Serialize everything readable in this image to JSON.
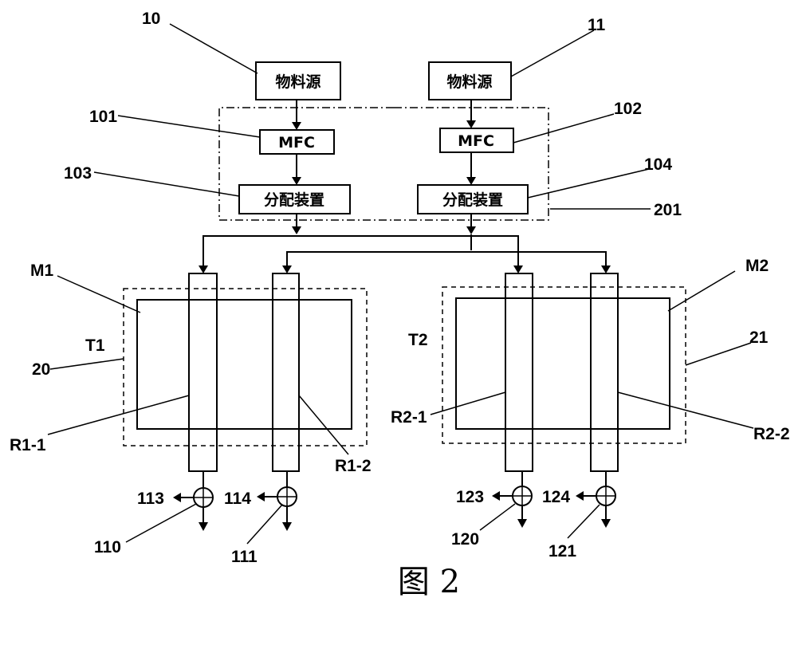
{
  "source_boxes": {
    "left": "物料源",
    "right": "物料源"
  },
  "mfc_boxes": {
    "left": "MFC",
    "right": "MFC"
  },
  "distributor_boxes": {
    "left": "分配装置",
    "right": "分配装置"
  },
  "reference_numerals": {
    "n10": "10",
    "n11": "11",
    "n101": "101",
    "n102": "102",
    "n103": "103",
    "n104": "104",
    "n201": "201",
    "m1": "M1",
    "m2": "M2",
    "t1": "T1",
    "t2": "T2",
    "n20": "20",
    "n21": "21",
    "r1_1": "R1-1",
    "r1_2": "R1-2",
    "r2_1": "R2-1",
    "r2_2": "R2-2",
    "n113": "113",
    "n114": "114",
    "n123": "123",
    "n124": "124",
    "n110": "110",
    "n111": "111",
    "n120": "120",
    "n121": "121"
  },
  "caption": "图 2"
}
